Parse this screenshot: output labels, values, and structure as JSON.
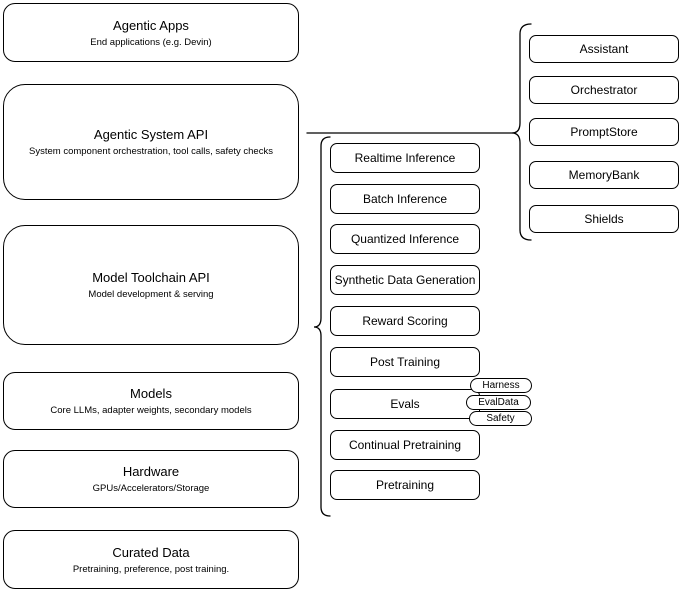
{
  "diagram": {
    "colors": {
      "stroke": "#000000",
      "fill": "#ffffff",
      "text": "#000000"
    },
    "left_column": [
      {
        "title": "Agentic Apps",
        "subtitle": "End applications (e.g. Devin)"
      },
      {
        "title": "Agentic System API",
        "subtitle": "System component orchestration, tool calls, safety checks"
      },
      {
        "title": "Model Toolchain API",
        "subtitle": "Model development & serving"
      },
      {
        "title": "Models",
        "subtitle": "Core LLMs, adapter weights, secondary models"
      },
      {
        "title": "Hardware",
        "subtitle": "GPUs/Accelerators/Storage"
      },
      {
        "title": "Curated Data",
        "subtitle": "Pretraining, preference, post training."
      }
    ],
    "toolchain_services": [
      "Realtime Inference",
      "Batch Inference",
      "Quantized Inference",
      "Synthetic Data Generation",
      "Reward Scoring",
      "Post Training",
      "Evals",
      "Continual Pretraining",
      "Pretraining"
    ],
    "eval_pills": [
      "Harness",
      "EvalData",
      "Safety"
    ],
    "system_components": [
      "Assistant",
      "Orchestrator",
      "PromptStore",
      "MemoryBank",
      "Shields"
    ]
  }
}
